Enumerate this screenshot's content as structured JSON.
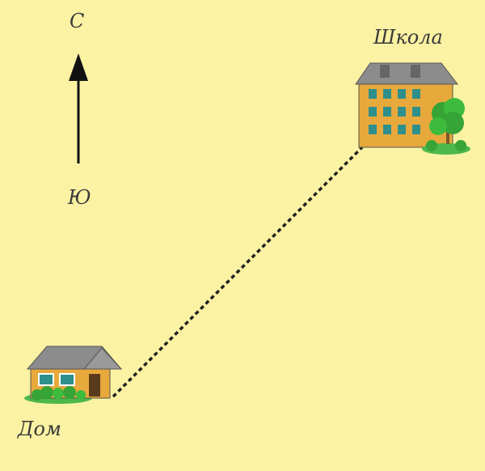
{
  "compass": {
    "north": "С",
    "south": "Ю"
  },
  "places": {
    "home": "Дом",
    "school": "Школа"
  },
  "colors": {
    "background": "#fbf2a3",
    "building": "#e8a93c",
    "roof": "#8c8c8c",
    "windows": "#2f8f8a",
    "bushes": "#36a436",
    "path": "#222222"
  }
}
